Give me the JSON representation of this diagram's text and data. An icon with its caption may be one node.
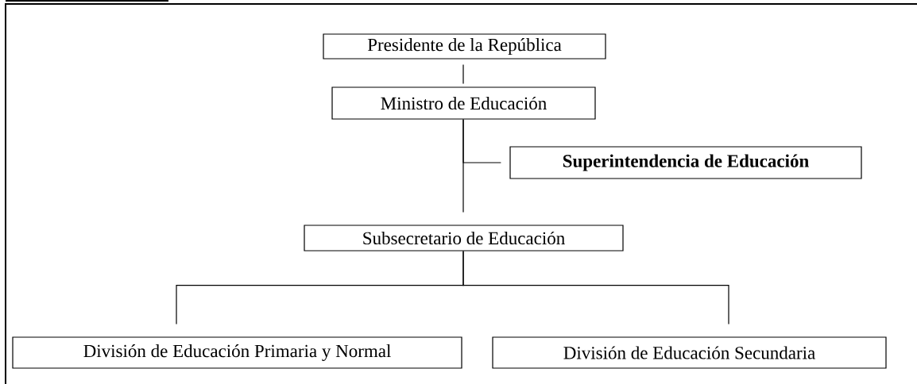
{
  "diagram": {
    "nodes": [
      {
        "text": [
          "Presidente de la República"
        ]
      },
      {
        "text": [
          "Ministro de Educación"
        ]
      },
      {
        "text": [
          "Superintendencia de Educación"
        ]
      },
      {
        "text": [
          "Subsecretario de Educación"
        ]
      },
      {
        "text": [
          "División de Educación Primaria y Normal"
        ]
      },
      {
        "text": [
          "División de Educación Secundaria"
        ]
      }
    ],
    "edges": [
      {
        "from": 0,
        "to": 1,
        "arrow": "none"
      },
      {
        "from": 1,
        "to": 3,
        "arrow": "none"
      },
      {
        "from": 1,
        "to": 2,
        "arrow": "none"
      },
      {
        "from": 3,
        "to": 4,
        "arrow": "none"
      },
      {
        "from": 3,
        "to": 5,
        "arrow": "none"
      }
    ]
  }
}
